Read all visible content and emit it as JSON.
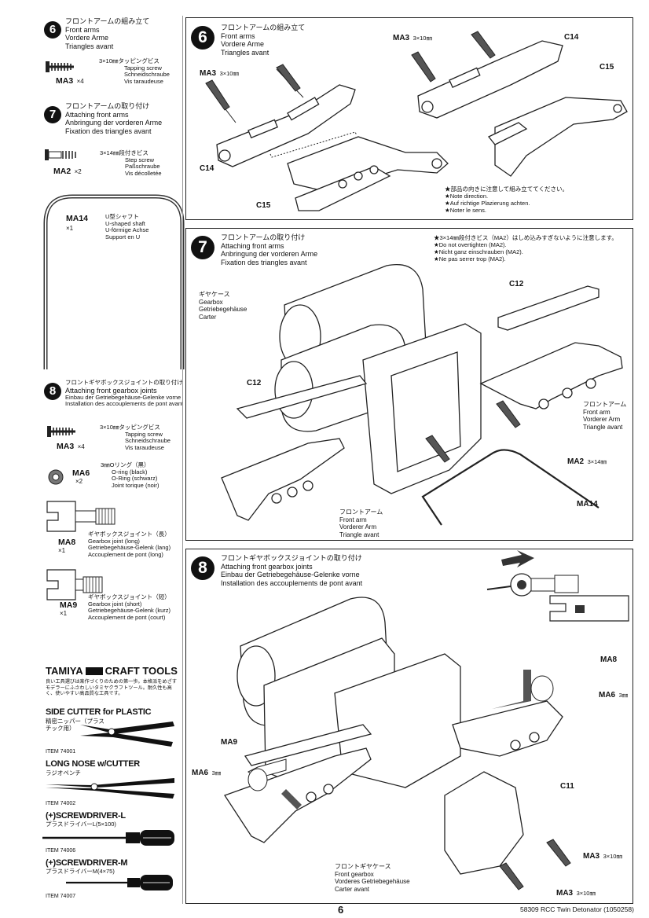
{
  "left": {
    "step6": {
      "num": "6",
      "jp": "フロントアームの組み立て",
      "en": "Front arms",
      "de": "Vordere Arme",
      "fr": "Triangles avant",
      "part": {
        "code": "MA3",
        "qty": "×4",
        "jp": "3×10㎜タッピングビス",
        "en": "Tapping screw",
        "de": "Schneidschraube",
        "fr": "Vis taraudeuse"
      }
    },
    "step7": {
      "num": "7",
      "jp": "フロントアームの取り付け",
      "en": "Attaching front arms",
      "de": "Anbringung der vorderen Arme",
      "fr": "Fixation des triangles avant",
      "part": {
        "code": "MA2",
        "qty": "×2",
        "jp": "3×14㎜段付きビス",
        "en": "Step screw",
        "de": "Paßschraube",
        "fr": "Vis décolletée"
      }
    },
    "ushaft": {
      "code": "MA14",
      "qty": "×1",
      "jp": "U型シャフト",
      "en": "U-shaped shaft",
      "de": "U-förmige Achse",
      "fr": "Support en U"
    },
    "step8": {
      "num": "8",
      "jp": "フロントギヤボックスジョイントの取り付け",
      "en": "Attaching front gearbox joints",
      "de": "Einbau der Getriebegehäuse-Gelenke vorne",
      "fr": "Installation des accouplements de pont avant",
      "parts": [
        {
          "code": "MA3",
          "qty": "×4",
          "jp": "3×10㎜タッピングビス",
          "en": "Tapping screw",
          "de": "Schneidschraube",
          "fr": "Vis taraudeuse"
        },
        {
          "code": "MA6",
          "qty": "×2",
          "jp": "3㎜Oリング（黒）",
          "en": "O-ring (black)",
          "de": "O-Ring (schwarz)",
          "fr": "Joint torique (noir)"
        },
        {
          "code": "MA8",
          "qty": "×1",
          "jp": "ギヤボックスジョイント（長）",
          "en": "Gearbox joint (long)",
          "de": "Getriebegehäuse-Gelenk (lang)",
          "fr": "Accouplement de pont (long)"
        },
        {
          "code": "MA9",
          "qty": "×1",
          "jp": "ギヤボックスジョイント（短）",
          "en": "Gearbox joint (short)",
          "de": "Getriebegehäuse-Gelenk (kurz)",
          "fr": "Accouplement de pont (court)"
        }
      ]
    },
    "tools": {
      "brand": "TAMIYA",
      "title": "CRAFT TOOLS",
      "intro": "良い工具選びは楽作づくりのための第一歩。本格派をめざすモデラーにふさわしいタミヤクラフトツール。耐久性も高く、使いやすい高品質な工具です。",
      "items": [
        {
          "name": "SIDE CUTTER for PLASTIC",
          "jp": "精密ニッパー（プラスチック用）",
          "item": "ITEM 74001"
        },
        {
          "name": "LONG NOSE w/CUTTER",
          "jp": "ラジオペンチ",
          "item": "ITEM 74002"
        },
        {
          "name": "(+)SCREWDRIVER-L",
          "jp": "プラスドライバーL(5×100)",
          "item": "ITEM 74006"
        },
        {
          "name": "(+)SCREWDRIVER-M",
          "jp": "プラスドライバーM(4×75)",
          "item": "ITEM 74007"
        }
      ]
    }
  },
  "panel6": {
    "num": "6",
    "jp": "フロントアームの組み立て",
    "en": "Front arms",
    "de": "Vordere Arme",
    "fr": "Triangles avant",
    "labels": {
      "ma3a": "MA3",
      "ma3a_size": "3×10㎜",
      "ma3b": "MA3",
      "ma3b_size": "3×10㎜",
      "c14a": "C14",
      "c15a": "C15",
      "c14b": "C14",
      "c15b": "C15"
    },
    "notes": [
      "★部品の向きに注意して組み立ててください。",
      "★Note direction.",
      "★Auf richtige Plazierung achten.",
      "★Noter le sens."
    ]
  },
  "panel7": {
    "num": "7",
    "jp": "フロントアームの取り付け",
    "en": "Attaching front arms",
    "de": "Anbringung der vorderen Arme",
    "fr": "Fixation des triangles avant",
    "notes": [
      "★3×14㎜段付きビス（MA2）はしめ込みすぎないように注意します。",
      "★Do not overtighten (MA2).",
      "★Nicht ganz einschrauben (MA2).",
      "★Ne pas serrer trop (MA2)."
    ],
    "gearbox": {
      "jp": "ギヤケース",
      "en": "Gearbox",
      "de": "Getriebegehäuse",
      "fr": "Carter"
    },
    "c12a": "C12",
    "c12b": "C12",
    "frontarm_r": {
      "jp": "フロントアーム",
      "en": "Front arm",
      "de": "Vorderer Arm",
      "fr": "Triangle avant"
    },
    "frontarm_b": {
      "jp": "フロントアーム",
      "en": "Front arm",
      "de": "Vorderer Arm",
      "fr": "Triangle avant"
    },
    "ma2": "MA2",
    "ma2_size": "3×14㎜",
    "ma14": "MA14"
  },
  "panel8": {
    "num": "8",
    "jp": "フロントギヤボックスジョイントの取り付け",
    "en": "Attaching front gearbox joints",
    "de": "Einbau der Getriebegehäuse-Gelenke vorne",
    "fr": "Installation des accouplements de pont avant",
    "ma8": "MA8",
    "ma6r": "MA6",
    "ma6r_size": "3㎜",
    "ma9": "MA9",
    "ma6l": "MA6",
    "ma6l_size": "3㎜",
    "c11": "C11",
    "ma3a": "MA3",
    "ma3a_size": "3×10㎜",
    "ma3b": "MA3",
    "ma3b_size": "3×10㎜",
    "frontgear": {
      "jp": "フロントギヤケース",
      "en": "Front gearbox",
      "de": "Vorderes Getriebegehäuse",
      "fr": "Carter avant"
    }
  },
  "footer": {
    "page": "6",
    "doc": "58309 RCC Twin Detonator (1050258)"
  }
}
